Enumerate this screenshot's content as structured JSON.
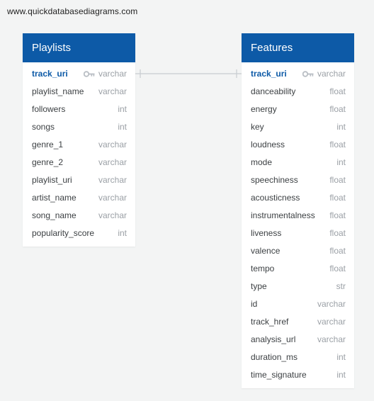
{
  "site": {
    "url": "www.quickdatabasediagrams.com"
  },
  "colors": {
    "header": "#0d5aa7",
    "key_icon": "#b9bec4",
    "connector": "#c8ccd0"
  },
  "tables": [
    {
      "title": "Playlists",
      "fields": [
        {
          "name": "track_uri",
          "type": "varchar",
          "pk": true,
          "icon": "key-icon"
        },
        {
          "name": "playlist_name",
          "type": "varchar"
        },
        {
          "name": "followers",
          "type": "int"
        },
        {
          "name": "songs",
          "type": "int"
        },
        {
          "name": "genre_1",
          "type": "varchar"
        },
        {
          "name": "genre_2",
          "type": "varchar"
        },
        {
          "name": "playlist_uri",
          "type": "varchar"
        },
        {
          "name": "artist_name",
          "type": "varchar"
        },
        {
          "name": "song_name",
          "type": "varchar"
        },
        {
          "name": "popularity_score",
          "type": "int"
        }
      ]
    },
    {
      "title": "Features",
      "fields": [
        {
          "name": "track_uri",
          "type": "varchar",
          "pk": true,
          "icon": "key-icon"
        },
        {
          "name": "danceability",
          "type": "float"
        },
        {
          "name": "energy",
          "type": "float"
        },
        {
          "name": "key",
          "type": "int"
        },
        {
          "name": "loudness",
          "type": "float"
        },
        {
          "name": "mode",
          "type": "int"
        },
        {
          "name": "speechiness",
          "type": "float"
        },
        {
          "name": "acousticness",
          "type": "float"
        },
        {
          "name": "instrumentalness",
          "type": "float"
        },
        {
          "name": "liveness",
          "type": "float"
        },
        {
          "name": "valence",
          "type": "float"
        },
        {
          "name": "tempo",
          "type": "float"
        },
        {
          "name": "type",
          "type": "str"
        },
        {
          "name": "id",
          "type": "varchar"
        },
        {
          "name": "track_href",
          "type": "varchar"
        },
        {
          "name": "analysis_url",
          "type": "varchar"
        },
        {
          "name": "duration_ms",
          "type": "int"
        },
        {
          "name": "time_signature",
          "type": "int"
        }
      ]
    }
  ],
  "relationship": {
    "from": "Playlists.track_uri",
    "to": "Features.track_uri",
    "cardinality": "one-to-one"
  }
}
